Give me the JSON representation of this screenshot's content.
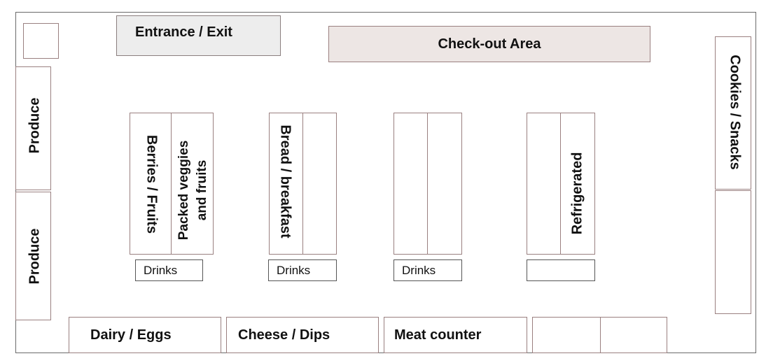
{
  "labels": {
    "entrance_exit": "Entrance / Exit",
    "checkout": "Check-out Area",
    "cookies_snacks": "Cookies / Snacks",
    "produce_top": "Produce",
    "produce_bottom": "Produce",
    "berries_fruits": "Berries / Fruits",
    "packed_veggies_line1": "Packed veggies",
    "packed_veggies_line2": "and fruits",
    "bread_breakfast": "Bread / breakfast",
    "refrigerated": "Refrigerated",
    "drinks_1": "Drinks",
    "drinks_2": "Drinks",
    "drinks_3": "Drinks",
    "dairy_eggs": "Dairy / Eggs",
    "cheese_dips": "Cheese / Dips",
    "meat_counter": "Meat counter"
  },
  "colors": {
    "outline": "#9a8080",
    "entrance_fill": "#ededed",
    "checkout_fill": "#ede6e4"
  }
}
